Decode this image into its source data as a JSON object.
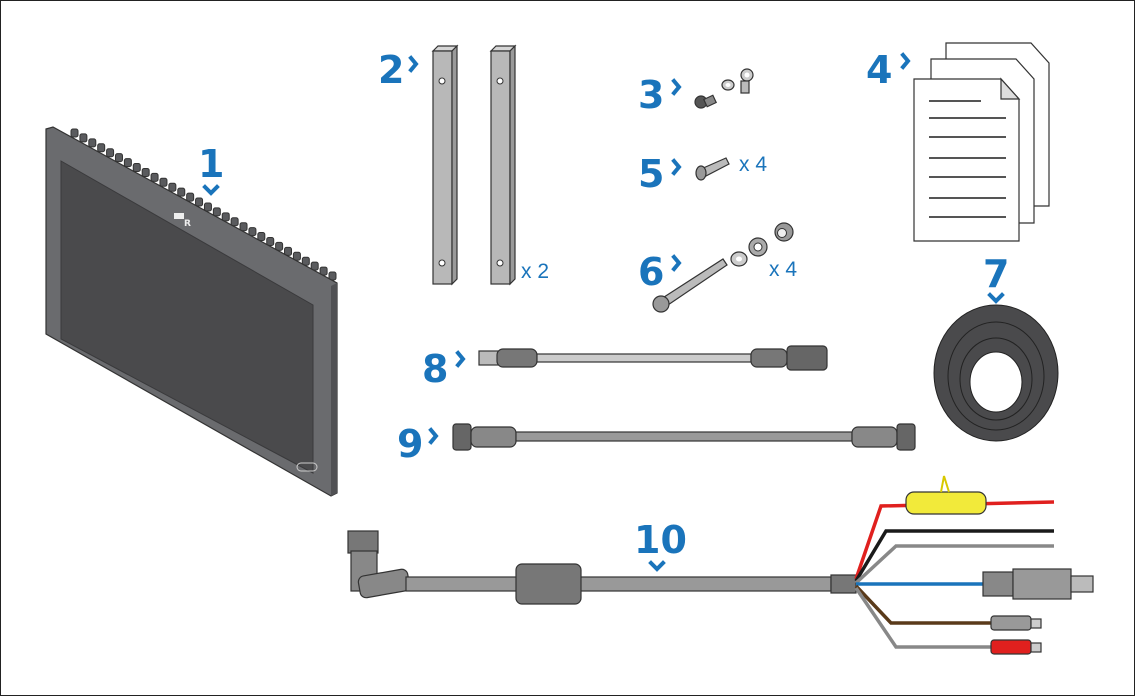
{
  "diagram": {
    "colors": {
      "label": "#1a74bb",
      "device": "#6a6b6e",
      "screen": "#4a4a4c"
    },
    "parts": [
      {
        "id": "1",
        "label": "1"
      },
      {
        "id": "2",
        "label": "2",
        "quantity": "x 2"
      },
      {
        "id": "3",
        "label": "3"
      },
      {
        "id": "4",
        "label": "4"
      },
      {
        "id": "5",
        "label": "5",
        "quantity": "x 4"
      },
      {
        "id": "6",
        "label": "6",
        "quantity": "x 4"
      },
      {
        "id": "7",
        "label": "7"
      },
      {
        "id": "8",
        "label": "8"
      },
      {
        "id": "9",
        "label": "9"
      },
      {
        "id": "10",
        "label": "10"
      }
    ]
  }
}
